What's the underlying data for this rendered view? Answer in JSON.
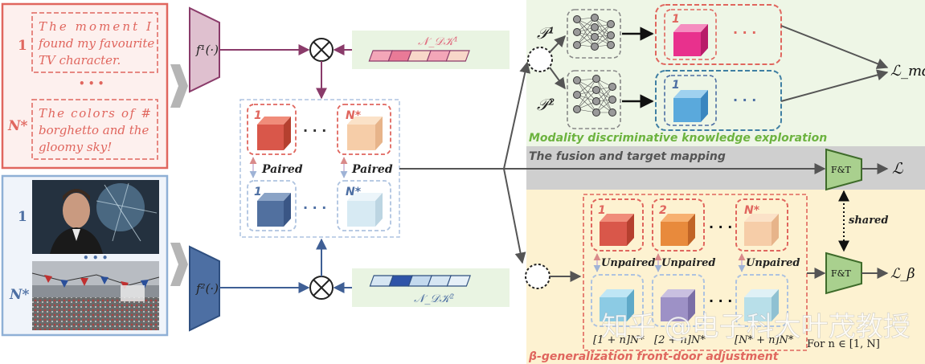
{
  "text_panel": {
    "index_first": "1",
    "index_last": "N*",
    "ellipsis": "• • •",
    "sample_1": [
      "The moment I",
      "found my favourite",
      "TV character."
    ],
    "sample_n": [
      "The colors of #",
      "borghetto and the",
      "gloomy sky!"
    ]
  },
  "image_panel": {
    "index_first": "1",
    "index_last": "N*",
    "ellipsis": "• • •"
  },
  "encoders": {
    "text": "f¹(·)",
    "image": "f²(·)"
  },
  "dictionaries": {
    "text": "𝒩_𝒟𝒦¹",
    "image": "𝒩_𝒟𝒦²"
  },
  "paired_block": {
    "top_first": "1",
    "top_last": "N*",
    "bottom_first": "1",
    "bottom_last": "N*",
    "dots": "· · ·",
    "paired_label": "Paired"
  },
  "mdke": {
    "p1": "𝒫¹",
    "p2": "𝒫²",
    "cube_index": "1",
    "dots": "· · ·",
    "caption": "Modality discriminative knowledge exploration",
    "loss": "ℒ_md"
  },
  "fusion": {
    "caption": "The fusion and target mapping",
    "ft_label": "F&T",
    "loss": "ℒ"
  },
  "bgfa": {
    "top_labels": [
      "1",
      "2",
      "N*"
    ],
    "unpaired_label": "Unpaired",
    "dots": "· · ·",
    "bottom_labels": [
      "[1 + n]N*",
      "[2 + n]N*",
      "[N* + n]N*"
    ],
    "for_text": "For n ∈ [1, N]",
    "shared": "shared",
    "ft_label": "F&T",
    "loss": "ℒ_β",
    "caption": "β-generalization front-door adjustment"
  },
  "watermark": "知乎 @电子科大叶茂教授",
  "colors": {
    "text_red": "#e0665e",
    "image_blue": "#4d6fa3",
    "mdke_green": "#6cb33f",
    "gray_band": "#c8c8c8",
    "yellow_bg": "#fdf2d1",
    "green_bg": "#eef6e6"
  }
}
